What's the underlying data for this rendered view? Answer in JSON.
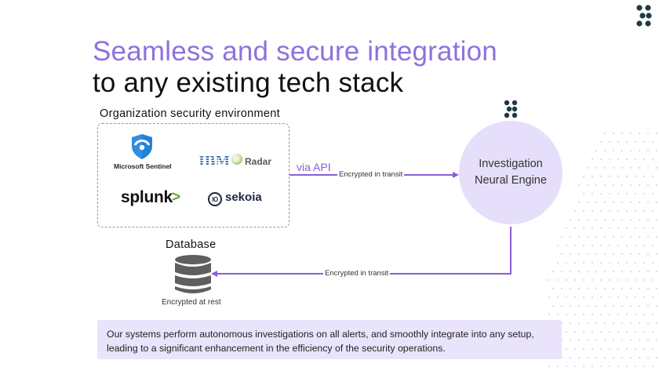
{
  "brand": {
    "logo_icon": "brand-logo-icon",
    "accent_color": "#9070dd",
    "dark_color": "#1f3a44"
  },
  "title": {
    "line1": "Seamless and secure integration",
    "line2": "to any existing tech stack"
  },
  "organization": {
    "label": "Organization security environment",
    "integrations": [
      {
        "name": "Microsoft Sentinel",
        "icon": "microsoft-sentinel-shield-icon"
      },
      {
        "name": "IBM",
        "product": "Radar",
        "icon": "ibm-qradar-icon"
      },
      {
        "name": "splunk",
        "chevron": ">",
        "icon": "splunk-logo"
      },
      {
        "name": "sekoia",
        "mark": "IO",
        "icon": "sekoia-logo"
      }
    ]
  },
  "connections": {
    "api_label": "via API",
    "to_engine": "Encrypted in transit",
    "to_database": "Encrypted in transit"
  },
  "engine": {
    "line1": "Investigation",
    "line2": "Neural Engine"
  },
  "database": {
    "label": "Database",
    "caption": "Encrypted at rest",
    "icon": "database-icon"
  },
  "summary": "Our systems perform autonomous investigations on all alerts, and smoothly integrate into any setup, leading to a significant enhancement in the efficiency of the security operations."
}
